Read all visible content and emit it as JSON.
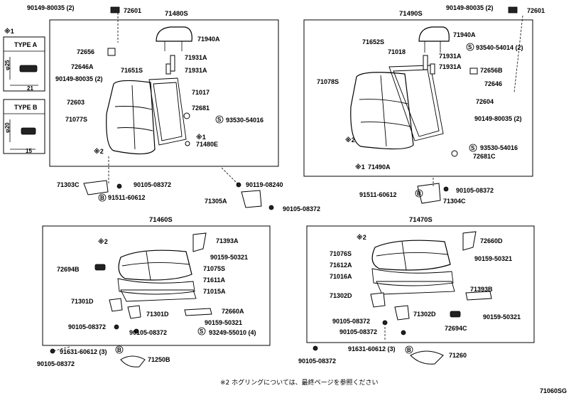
{
  "footer": {
    "note": "※2 ホグリングについては、最終ページを参照ください",
    "figure_code": "71060SG"
  },
  "symbols": {
    "type_marker": "※1",
    "hog_ring_marker": "※2",
    "circled_s": "S",
    "circled_b": "B"
  },
  "type_legend": {
    "type_a": {
      "label": "TYPE A",
      "dim_h": "φ25",
      "dim_w": "21"
    },
    "type_b": {
      "label": "TYPE B",
      "dim_h": "φ20",
      "dim_w": "15"
    }
  },
  "panels": {
    "top_left": {
      "title": "71480S",
      "labels": [
        "90149-80035 (2)",
        "72601",
        "71940A",
        "72656",
        "71931A",
        "71931A",
        "72646A",
        "90149-80035 (2)",
        "71651S",
        "71017",
        "72603",
        "72681",
        "71077S",
        "93530-54016",
        "※1",
        "71480E",
        "※2",
        "71303C",
        "90105-08372",
        "90119-08240",
        "91511-60612",
        "71305A",
        "90105-08372"
      ]
    },
    "top_right": {
      "title": "71490S",
      "labels": [
        "90149-80035 (2)",
        "72601",
        "71940A",
        "71652S",
        "71018",
        "93540-54014 (2)",
        "71931A",
        "71931A",
        "71078S",
        "72656B",
        "72646",
        "72604",
        "90149-80035 (2)",
        "※2",
        "93530-54016",
        "72681C",
        "※1",
        "71490A",
        "91511-60612",
        "90105-08372",
        "71304C"
      ]
    },
    "bottom_left": {
      "title": "71460S",
      "labels": [
        "※2",
        "71393A",
        "90159-50321",
        "72694B",
        "71075S",
        "71611A",
        "71015A",
        "71301D",
        "71301D",
        "72660A",
        "90159-50321",
        "90105-08372",
        "90105-08372",
        "93249-55010 (4)",
        "91631-60612 (3)",
        "90105-08372",
        "71250B"
      ]
    },
    "bottom_right": {
      "title": "71470S",
      "labels": [
        "※2",
        "72660D",
        "71076S",
        "90159-50321",
        "71612A",
        "71016A",
        "71393B",
        "71302D",
        "71302D",
        "90159-50321",
        "90105-08372",
        "90105-08372",
        "72694C",
        "90105-08372",
        "91631-60612 (3)",
        "71260"
      ]
    }
  }
}
